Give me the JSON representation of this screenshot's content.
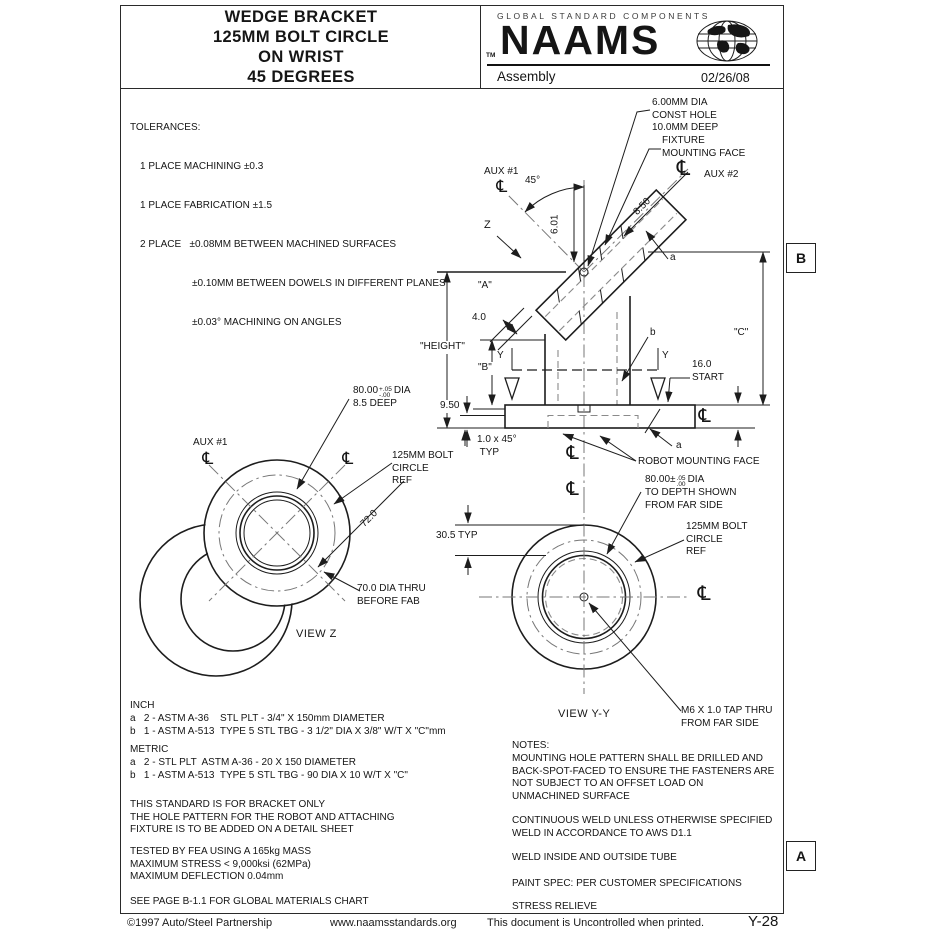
{
  "header": {
    "title_lines": [
      "WEDGE BRACKET",
      "125MM BOLT CIRCLE",
      "ON WRIST",
      "45 DEGREES"
    ],
    "brand": {
      "tagline": "GLOBAL STANDARD COMPONENTS",
      "tm": "TM",
      "name": "NAAMS",
      "category": "Assembly",
      "date": "02/26/08"
    }
  },
  "zone_markers": {
    "top": "B",
    "bottom": "A"
  },
  "sym": {
    "cl": "℄"
  },
  "tolerances": {
    "lines": [
      "TOLERANCES:",
      "1 PLACE MACHINING ±0.3",
      "1 PLACE FABRICATION ±1.5",
      "2 PLACE   ±0.08MM BETWEEN MACHINED SURFACES",
      "±0.10MM BETWEEN DOWELS IN DIFFERENT PLANES",
      "±0.03° MACHINING ON ANGLES"
    ]
  },
  "main_view": {
    "const_hole": "6.00MM DIA\nCONST HOLE\n10.0MM DEEP",
    "fixture_face": "FIXTURE\nMOUNTING FACE",
    "aux1": "AUX #1",
    "aux2": "AUX #2",
    "angle": "45°",
    "dim_601": "6.01",
    "dim_850": "8.50",
    "view_arrow": "Z",
    "face_a": "\"A\"",
    "weld_40": "4.0",
    "height": "\"HEIGHT\"",
    "dim_b": "\"B\"",
    "dim_c": "\"C\"",
    "section_y": "Y",
    "ptr_a": "a",
    "ptr_b": "b",
    "start": "16.0\nSTART",
    "dim_950": "9.50",
    "chamfer": "1.0 x 45°\n TYP",
    "robot_face": "ROBOT MOUNTING FACE"
  },
  "view_z": {
    "aux1": "AUX #1",
    "bore": {
      "prefix": "80.00",
      "tol_top": "+.05",
      "tol_bottom": "-.00",
      "suffix": "DIA",
      "line2": "8.5 DEEP"
    },
    "bolt_circle": "125MM BOLT\nCIRCLE\nREF",
    "dim_720": "72.0",
    "thru": "70.0 DIA THRU\nBEFORE FAB",
    "caption": "VIEW Z"
  },
  "view_yy": {
    "depth": {
      "prefix": "80.00±",
      "tol_top": ".05",
      "tol_bottom": ".00",
      "suffix": "DIA",
      "rest": "TO DEPTH SHOWN\nFROM FAR SIDE"
    },
    "dim_305": "30.5 TYP",
    "bolt_circle": "125MM BOLT\nCIRCLE\nREF",
    "tap": "M6 X 1.0 TAP THRU\nFROM FAR SIDE",
    "caption": "VIEW Y-Y"
  },
  "materials": {
    "inch_header": "INCH",
    "inch_a": "a   2 - ASTM A-36    STL PLT - 3/4\" X 150mm DIAMETER",
    "inch_b": "b   1 - ASTM A-513  TYPE 5 STL TBG - 3 1/2\" DIA X 3/8\" W/T X \"C\"mm",
    "metric_header": "METRIC",
    "metric_a": "a   2 - STL PLT  ASTM A-36 - 20 X 150 DIAMETER",
    "metric_b": "b   1 - ASTM A-513  TYPE 5 STL TBG - 90 DIA X 10 W/T X \"C\""
  },
  "standard_notes": {
    "scope": "THIS STANDARD IS FOR BRACKET ONLY\nTHE HOLE PATTERN FOR THE ROBOT AND ATTACHING\nFIXTURE IS TO BE ADDED ON A DETAIL SHEET",
    "fea": "TESTED BY FEA USING A 165kg MASS\nMAXIMUM STRESS < 9,000ksi (62MPa)\nMAXIMUM DEFLECTION 0.04mm",
    "see": "SEE PAGE B-1.1 FOR GLOBAL MATERIALS CHART"
  },
  "notes": {
    "header": "NOTES:",
    "n1": "MOUNTING HOLE PATTERN SHALL BE DRILLED AND\nBACK-SPOT-FACED TO ENSURE THE FASTENERS ARE\nNOT SUBJECT TO AN OFFSET LOAD ON\nUNMACHINED SURFACE",
    "n2": "CONTINUOUS WELD UNLESS OTHERWISE SPECIFIED\nWELD IN ACCORDANCE TO AWS D1.1",
    "n3": "WELD INSIDE AND OUTSIDE TUBE",
    "n4": "PAINT SPEC: PER CUSTOMER SPECIFICATIONS",
    "n5": "STRESS RELIEVE"
  },
  "footer": {
    "copyright": "©1997 Auto/Steel Partnership",
    "website": "www.naamsstandards.org",
    "disclaimer": "This document is Uncontrolled when printed.",
    "page_number": "Y-28"
  }
}
